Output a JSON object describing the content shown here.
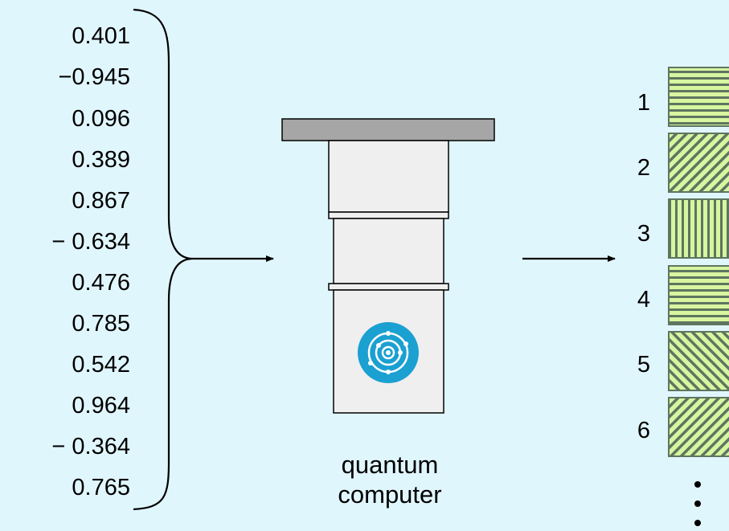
{
  "input_values": [
    "0.401",
    "−0.945",
    "0.096",
    "0.389",
    "0.867",
    "− 0.634",
    "0.476",
    "0.785",
    "0.542",
    "0.964",
    "− 0.364",
    "0.765"
  ],
  "quantum_computer": {
    "caption_line1": "quantum",
    "caption_line2": "computer",
    "icon": "atom-icon"
  },
  "outputs": [
    {
      "label": "1",
      "pattern": "horizontal"
    },
    {
      "label": "2",
      "pattern": "diagonal-up"
    },
    {
      "label": "3",
      "pattern": "vertical"
    },
    {
      "label": "4",
      "pattern": "horizontal"
    },
    {
      "label": "5",
      "pattern": "diagonal-down"
    },
    {
      "label": "6",
      "pattern": "diagonal-up"
    }
  ],
  "colors": {
    "background": "#E0F6FD",
    "stripe_light": "#D8F5A0",
    "stripe_dark": "#5E7560",
    "cap": "#A6A6A6",
    "body": "#EFEFEF",
    "atom": "#1BA0D2"
  }
}
